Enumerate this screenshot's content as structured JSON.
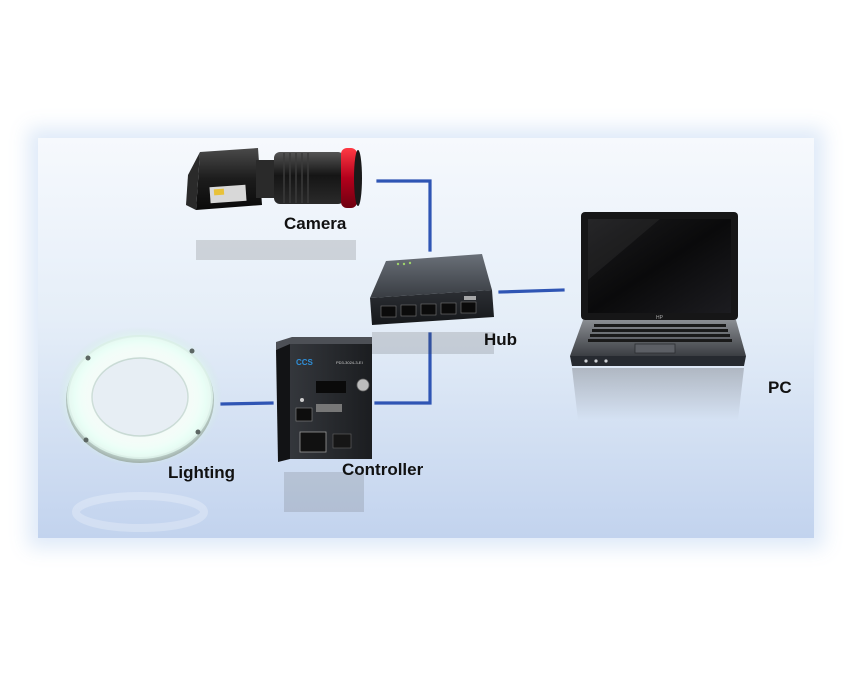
{
  "labels": {
    "camera": "Camera",
    "hub": "Hub",
    "pc": "PC",
    "lighting": "Lighting",
    "controller": "Controller"
  },
  "colors": {
    "cable": "#2f55b4",
    "background_top": "#f6f9fd",
    "background_bottom": "#c2d3ee"
  }
}
